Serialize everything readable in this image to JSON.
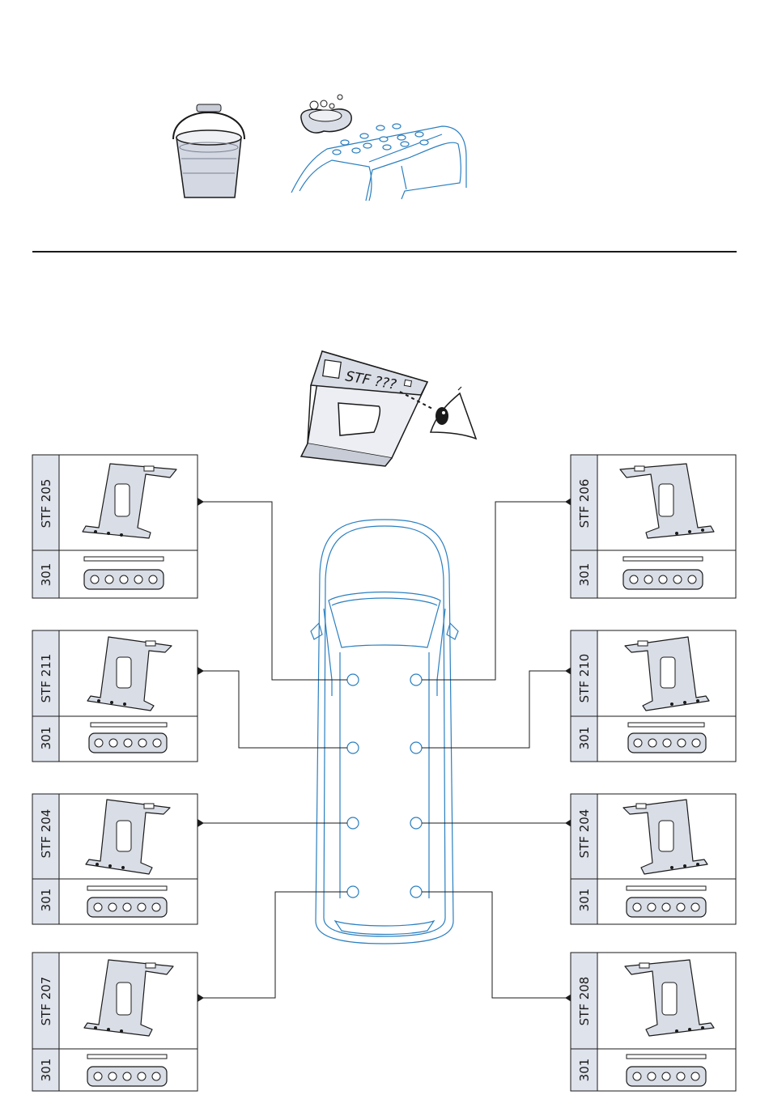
{
  "clean_step": {
    "bucket": "bucket-icon",
    "sponge": "sponge-icon",
    "roof": "van-roof-illustration"
  },
  "identify_step": {
    "tag_text": "STF ???",
    "eye": "eye-icon"
  },
  "brackets": {
    "left": [
      {
        "code": "STF 205",
        "plate": "301"
      },
      {
        "code": "STF 211",
        "plate": "301"
      },
      {
        "code": "STF 204",
        "plate": "301"
      },
      {
        "code": "STF 207",
        "plate": "301"
      }
    ],
    "right": [
      {
        "code": "STF 206",
        "plate": "301"
      },
      {
        "code": "STF 210",
        "plate": "301"
      },
      {
        "code": "STF 204",
        "plate": "301"
      },
      {
        "code": "STF 208",
        "plate": "301"
      }
    ]
  },
  "colors": {
    "vehicle_line": "#2a7fc0",
    "label_fill": "#dfe3ec",
    "part_fill": "#d9dde6",
    "ink": "#1a1a1a"
  }
}
